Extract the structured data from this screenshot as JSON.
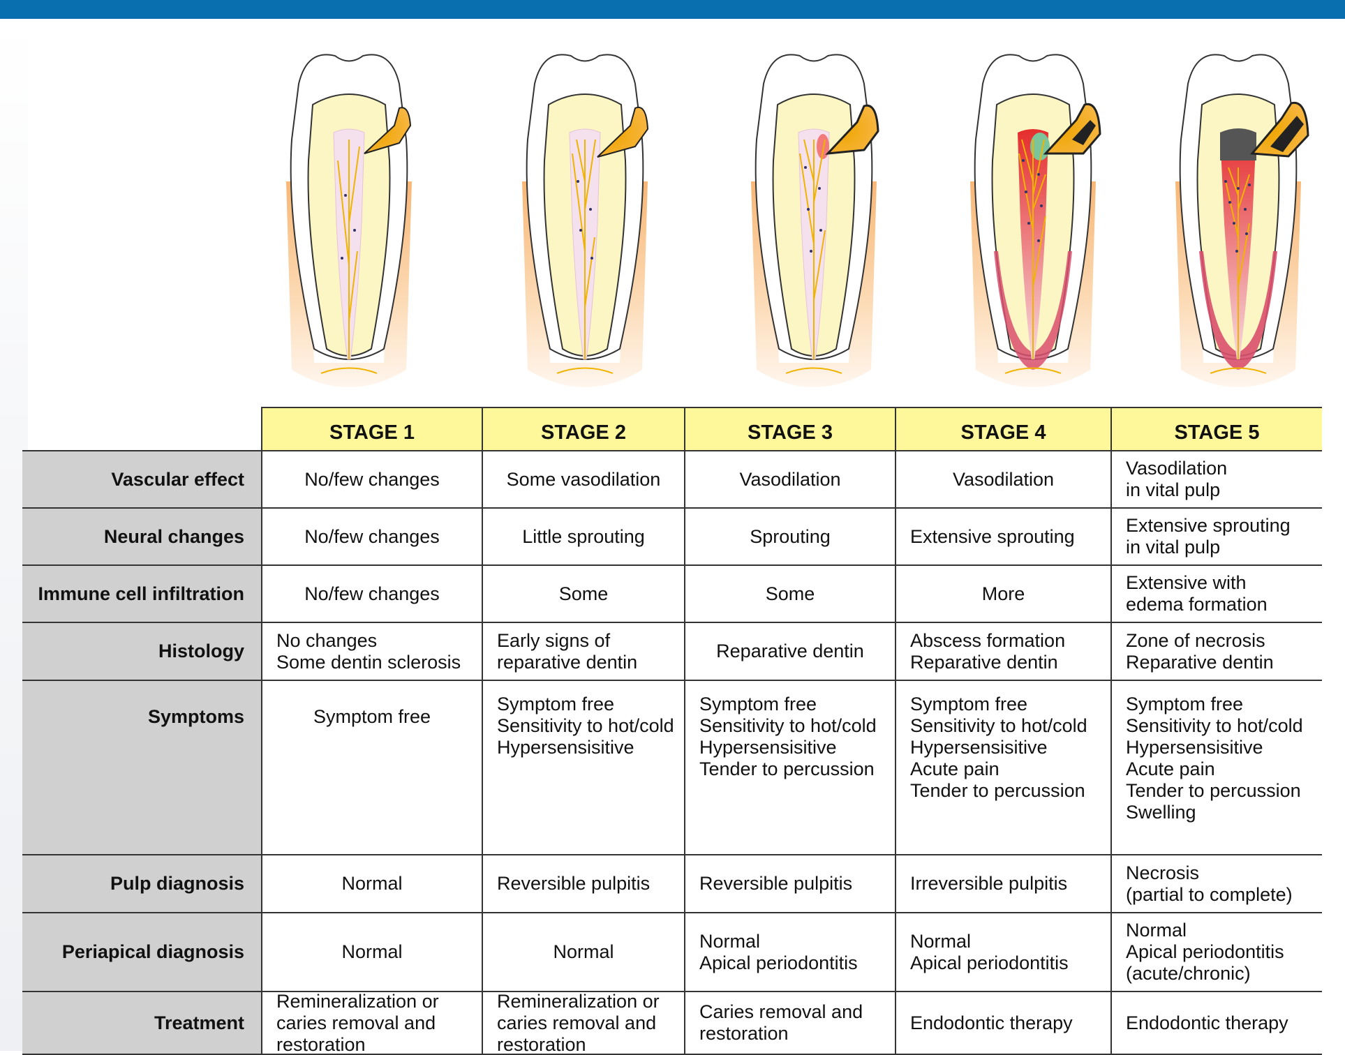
{
  "colors": {
    "top_bar": "#0a6fae",
    "header_fill": "#fef89b",
    "label_fill": "#d0d0d0"
  },
  "stages": [
    "STAGE 1",
    "STAGE 2",
    "STAGE 3",
    "STAGE 4",
    "STAGE 5"
  ],
  "rows": [
    {
      "label": "Vascular effect",
      "cells": [
        [
          "No/few changes"
        ],
        [
          "Some vasodilation"
        ],
        [
          "Vasodilation"
        ],
        [
          "Vasodilation"
        ],
        [
          "Vasodilation",
          "in vital pulp"
        ]
      ]
    },
    {
      "label": "Neural changes",
      "cells": [
        [
          "No/few changes"
        ],
        [
          "Little sprouting"
        ],
        [
          "Sprouting"
        ],
        [
          "Extensive sprouting"
        ],
        [
          "Extensive sprouting",
          "in vital pulp"
        ]
      ]
    },
    {
      "label": "Immune cell infiltration",
      "cells": [
        [
          "No/few changes"
        ],
        [
          "Some"
        ],
        [
          "Some"
        ],
        [
          "More"
        ],
        [
          "Extensive with",
          "edema formation"
        ]
      ]
    },
    {
      "label": "Histology",
      "cells": [
        [
          "No changes",
          "Some dentin sclerosis"
        ],
        [
          "Early signs of",
          "reparative dentin"
        ],
        [
          "Reparative dentin"
        ],
        [
          "Abscess formation",
          "Reparative dentin"
        ],
        [
          "Zone of necrosis",
          "Reparative dentin"
        ]
      ]
    },
    {
      "label": "Symptoms",
      "cells": [
        [
          "Symptom free"
        ],
        [
          "Symptom free",
          "Sensitivity to hot/cold",
          "Hypersensisitive"
        ],
        [
          "Symptom free",
          "Sensitivity to hot/cold",
          "Hypersensisitive",
          "Tender to percussion"
        ],
        [
          "Symptom free",
          "Sensitivity to hot/cold",
          "Hypersensisitive",
          "Acute pain",
          "Tender to percussion"
        ],
        [
          "Symptom free",
          "Sensitivity to hot/cold",
          "Hypersensisitive",
          "Acute pain",
          "Tender to percussion",
          "Swelling"
        ]
      ]
    },
    {
      "label": "Pulp diagnosis",
      "cells": [
        [
          "Normal"
        ],
        [
          "Reversible pulpitis"
        ],
        [
          "Reversible pulpitis"
        ],
        [
          "Irreversible pulpitis"
        ],
        [
          "Necrosis",
          "(partial to complete)"
        ]
      ]
    },
    {
      "label": "Periapical diagnosis",
      "cells": [
        [
          "Normal"
        ],
        [
          "Normal"
        ],
        [
          "Normal",
          "Apical periodontitis"
        ],
        [
          "Normal",
          "Apical periodontitis"
        ],
        [
          "Normal",
          "Apical periodontitis",
          "(acute/chronic)"
        ]
      ]
    },
    {
      "label": "Treatment",
      "cells": [
        [
          "Remineralization or",
          "caries removal and",
          "restoration"
        ],
        [
          "Remineralization or",
          "caries removal and",
          "restoration"
        ],
        [
          "Caries removal and",
          "restoration"
        ],
        [
          "Endodontic therapy"
        ],
        [
          "Endodontic therapy"
        ]
      ]
    }
  ]
}
